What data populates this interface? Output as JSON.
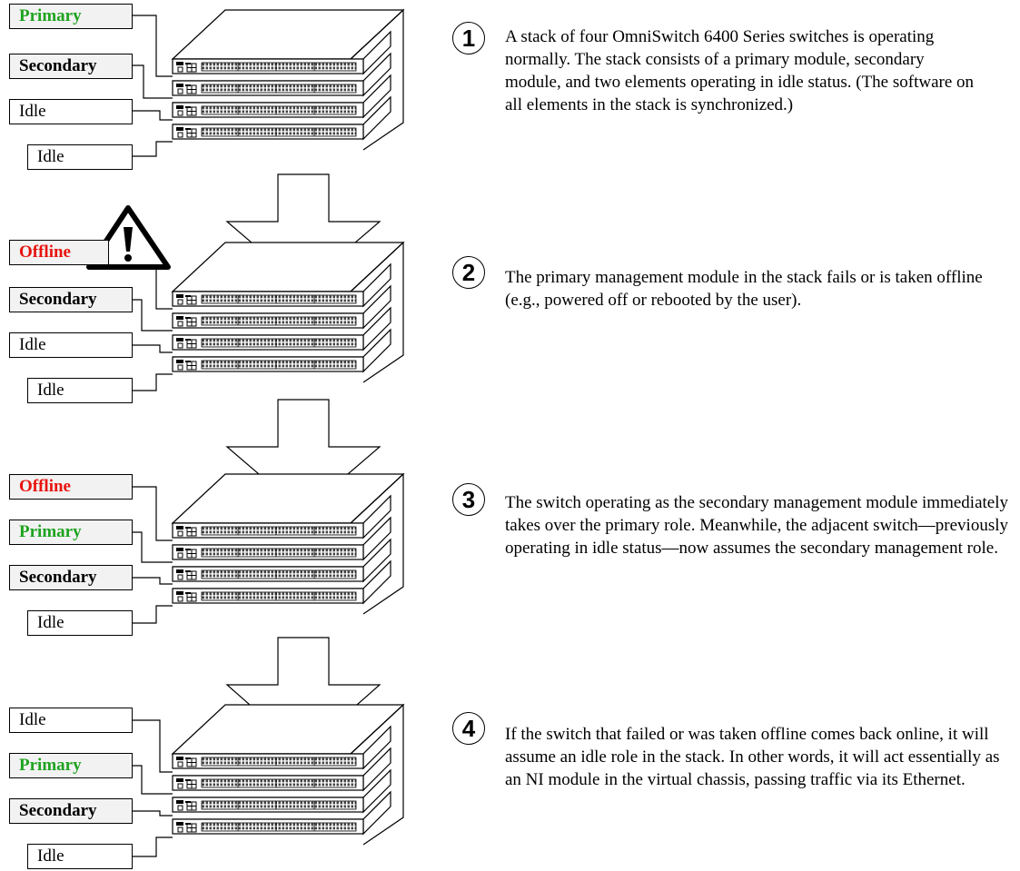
{
  "steps": [
    {
      "number": "1",
      "labels": [
        "Primary",
        "Secondary",
        "Idle",
        "Idle"
      ],
      "description": "A stack of four OmniSwitch 6400 Series switches is operating normally. The stack consists of a primary module, secondary module, and two elements operating in idle status. (The software on all elements in the stack is synchronized.)"
    },
    {
      "number": "2",
      "labels": [
        "Offline",
        "Secondary",
        "Idle",
        "Idle"
      ],
      "description": "The primary management module in the stack fails or is taken offline (e.g., powered off or rebooted by the user)."
    },
    {
      "number": "3",
      "labels": [
        "Offline",
        "Primary",
        "Secondary",
        "Idle"
      ],
      "description": "The switch operating as the secondary management module immediately takes over the primary role. Meanwhile, the adjacent switch—previously operating in idle status—now assumes the secondary management role."
    },
    {
      "number": "4",
      "labels": [
        "Idle",
        "Primary",
        "Secondary",
        "Idle"
      ],
      "description": "If the switch that failed or was taken offline comes back online, it will assume an idle role in the stack. In other words, it will act essentially as an NI module in the virtual chassis, passing traffic via its Ethernet."
    }
  ],
  "colors": {
    "primary_text": "#1fa31f",
    "offline_text": "#e8140e",
    "label_shade": "#f2f2f2"
  },
  "icons": [
    "warning-triangle-icon",
    "down-arrow-icon",
    "switch-stack-icon"
  ]
}
